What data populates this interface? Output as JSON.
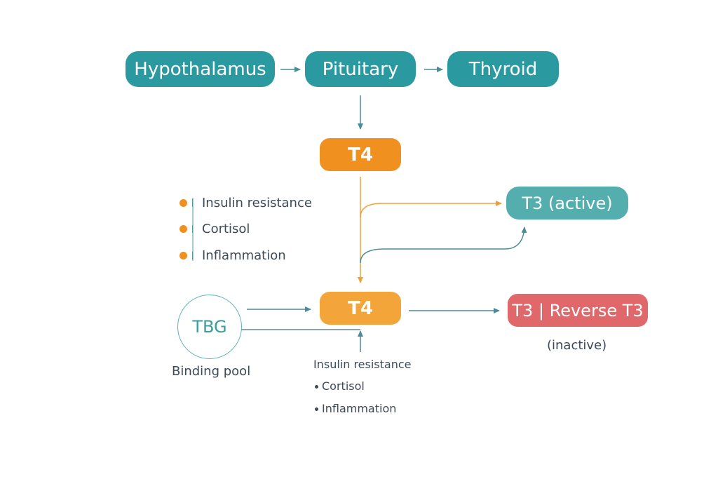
{
  "nodes": {
    "hypothalamus": "Hypothalamus",
    "pituitary": "Pituitary",
    "thyroid": "Thyroid",
    "t4_top": "T4",
    "t4_bottom": "T4",
    "t3_active": "T3 (active)",
    "t3_reverse": "T3 | Reverse T3",
    "tbg": "TBG"
  },
  "labels": {
    "inactive": "(inactive)",
    "binding_pool": "Binding pool"
  },
  "left_factors": [
    "Insulin resistance",
    "Cortisol",
    "Inflammation"
  ],
  "bottom_factors": [
    "Insulin resistance",
    "Cortisol",
    "Inflammation"
  ],
  "colors": {
    "teal": "#2a9aa0",
    "orange": "#f0911f",
    "orange_light": "#f3a53a",
    "teal_light": "#55aeae",
    "red": "#e0676a",
    "arrow_teal": "#4a8c98",
    "arrow_orange": "#eda13a"
  }
}
